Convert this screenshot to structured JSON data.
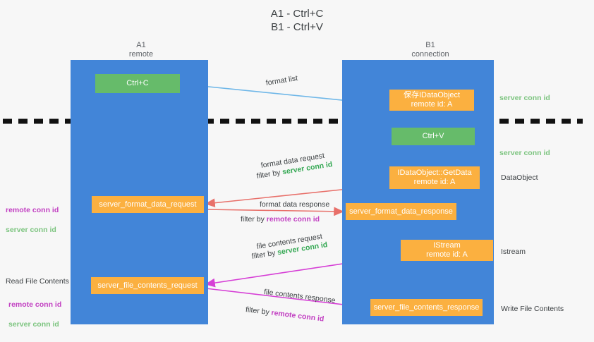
{
  "title": "A1 - Ctrl+C\nB1 - Ctrl+V",
  "columns": {
    "a1": "A1\nremote",
    "b1": "B1\nconnection"
  },
  "boxes": {
    "ctrl_c": "Ctrl+C",
    "save_idataobject": "保存IDataObject\nremote id: A",
    "ctrl_v": "Ctrl+V",
    "get_data": "IDataObject::GetData\nremote id: A",
    "server_format_data_request": "server_format_data_request",
    "server_format_data_response": "server_format_data_response",
    "istream": "IStream\nremote id: A",
    "server_file_contents_request": "server_file_contents_request",
    "server_file_contents_response": "server_file_contents_response"
  },
  "edge_labels": {
    "format_list": "format list",
    "format_data_request": "format data request",
    "format_data_request_filter_prefix": "filter by ",
    "format_data_request_filter_key": "server conn id",
    "format_data_response": "format data response",
    "format_data_response_filter_prefix": "filter by ",
    "format_data_response_filter_key": "remote conn id",
    "file_contents_request": "file contents request",
    "file_contents_request_filter_prefix": "filter by ",
    "file_contents_request_filter_key": "server conn id",
    "file_contents_response": "file contents response",
    "file_contents_response_filter_prefix": "filter by ",
    "file_contents_response_filter_key": "remote conn id"
  },
  "side_labels": {
    "server_conn_id_top": "server conn id",
    "server_conn_id_mid": "server conn id",
    "dataobject": "DataObject",
    "istream": "Istream",
    "write_file_contents": "Write File Contents",
    "read_file_contents": "Read File Contents",
    "remote_conn_id": "remote conn id",
    "server_conn_id": "server conn id"
  },
  "colors": {
    "lane": "#4285d8",
    "green_box": "#66bb6a",
    "orange_box": "#fbb040",
    "accent_green_text": "#34a853",
    "accent_pink_text": "#c240c2",
    "arrow_blue": "#6fb7e8",
    "arrow_red": "#e8706a",
    "arrow_pink": "#d63fd6",
    "arrow_black": "#202124",
    "divider": "#111111"
  }
}
